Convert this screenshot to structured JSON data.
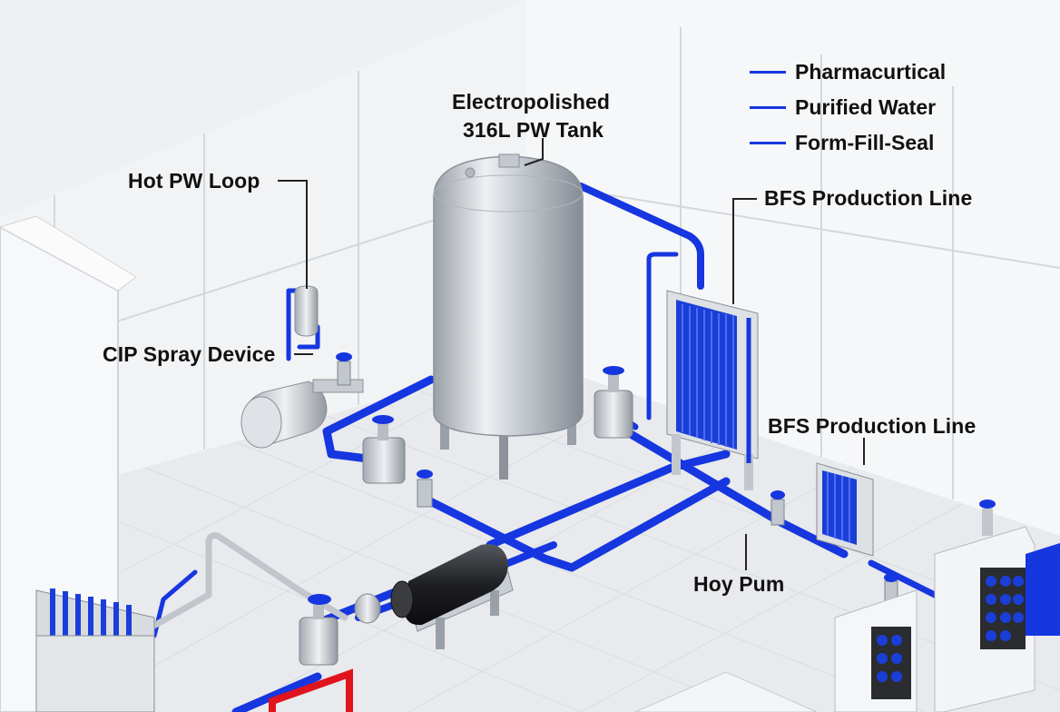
{
  "colors": {
    "pipe_blue": "#1636e0",
    "pipe_red": "#e0141c",
    "wall": "#f4f5f6",
    "floor": "#e9ebee",
    "steel": "#c9ced4",
    "motor": "#1e1f22"
  },
  "legend": [
    {
      "label": "Pharmacurtical"
    },
    {
      "label": "Purified Water"
    },
    {
      "label": "Form-Fill-Seal"
    }
  ],
  "labels": {
    "tank_title_line1": "Electropolished",
    "tank_title_line2": "316L PW Tank",
    "hot_pw_loop": "Hot PW Loop",
    "cip_spray": "CIP Spray Device",
    "bfs_line_upper": "BFS Production Line",
    "bfs_line_lower": "BFS Production Line",
    "hoy_pum": "Hoy Pum"
  },
  "icons": {
    "tank": "storage-tank-icon",
    "valve": "valve-icon",
    "pump": "pump-motor-icon",
    "heat_exchanger": "plate-heat-exchanger-icon",
    "spray_device": "cip-spray-device-icon"
  }
}
